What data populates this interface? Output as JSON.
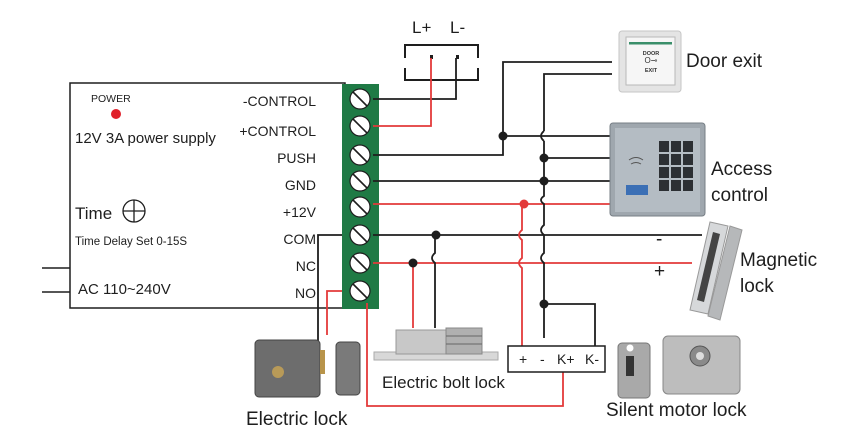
{
  "title": "Access control power supply wiring diagram",
  "power_supply": {
    "power_label": "POWER",
    "name": "12V 3A power supply",
    "time_label": "Time",
    "time_delay": "Time Delay Set 0-15S",
    "ac_input": "AC 110~240V",
    "terminals": [
      "-CONTROL",
      "+CONTROL",
      "PUSH",
      "GND",
      "+12V",
      "COM",
      "NC",
      "NO"
    ]
  },
  "indicator": {
    "label": "L+  L-",
    "plus": "L+",
    "minus": "L-"
  },
  "devices": {
    "door_exit": "Door exit",
    "door_exit_button_text": [
      "DOOR",
      "EXIT"
    ],
    "access_control_line1": "Access",
    "access_control_line2": "control",
    "magnetic_lock_line1": "Magnetic",
    "magnetic_lock_line2": "lock",
    "magnetic_minus": "-",
    "magnetic_plus": "+",
    "electric_bolt_lock": "Electric bolt lock",
    "electric_lock": "Electric lock",
    "silent_motor_lock": "Silent motor lock",
    "motor_terminals": [
      "+",
      "-",
      "K+",
      "K-"
    ]
  },
  "colors": {
    "terminal_block": "#1f7a45",
    "wire_black": "#1e1e1e",
    "wire_red": "#e33a3a",
    "led": "#e0202a"
  }
}
